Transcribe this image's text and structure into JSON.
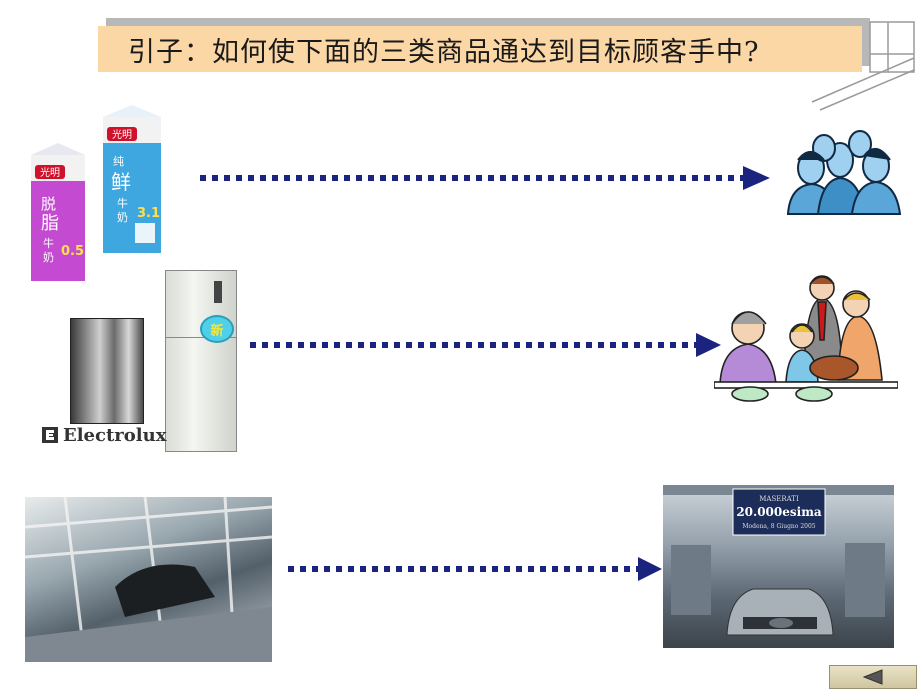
{
  "slide": {
    "title": "引子：如何使下面的三类商品通达到目标顾客手中?"
  },
  "products": {
    "milk": {
      "carton_left": {
        "brand": "光明",
        "label": "脱脂牛奶",
        "fat": "0.5"
      },
      "carton_right": {
        "brand": "光明",
        "label": "纯鲜牛奶",
        "fat": "3.1"
      }
    },
    "fridge": {
      "brand": "Electrolux",
      "sticker": "新"
    },
    "car": {
      "banner_line1": "MASERATI",
      "banner_line2": "20.000esima",
      "banner_line3": "Modena, 8 Giugno 2005"
    }
  },
  "colors": {
    "title_bg": "#fcd7a6",
    "arrow": "#1a237e",
    "shadow": "#b8b8b8"
  },
  "icons": {
    "back": "left-triangle-icon"
  }
}
